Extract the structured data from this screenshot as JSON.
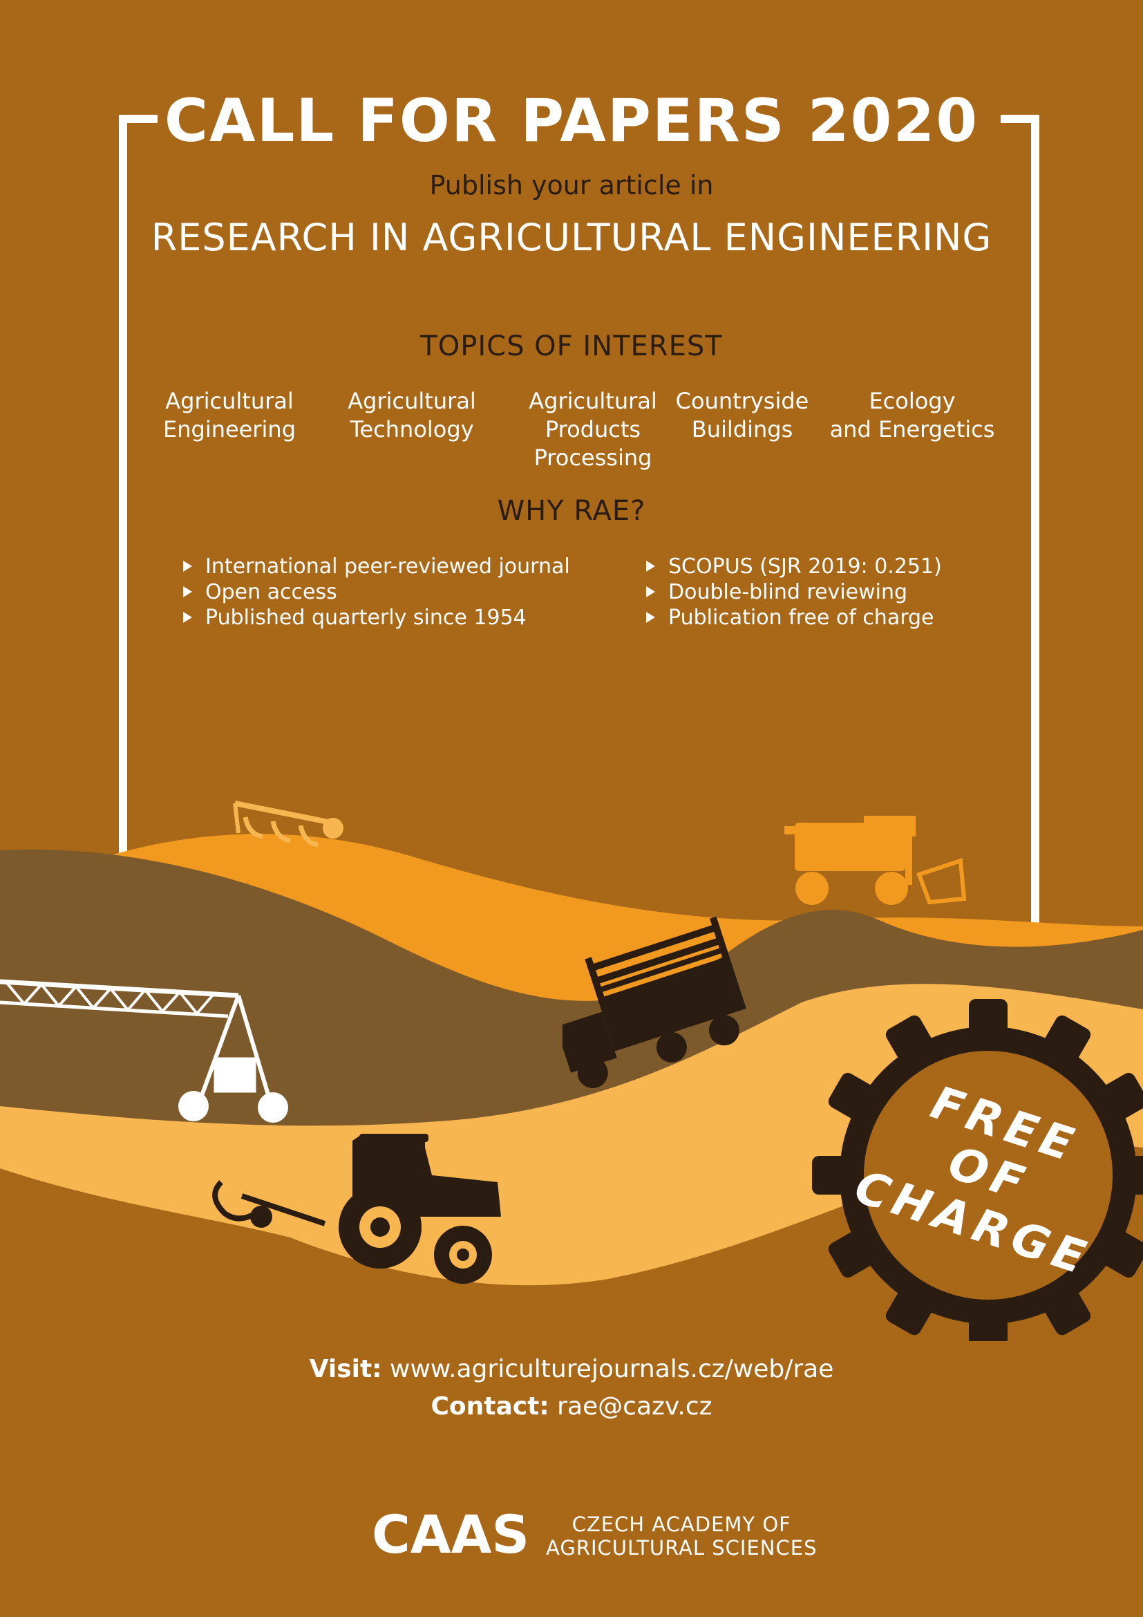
{
  "header": {
    "title": "CALL FOR PAPERS 2020",
    "subtitle": "Publish your article in",
    "journal": "RESEARCH IN AGRICULTURAL ENGINEERING"
  },
  "topics": {
    "heading": "TOPICS OF INTEREST",
    "items": [
      "Agricultural\nEngineering",
      "Agricultural\nTechnology",
      "Agricultural\nProducts\nProcessing",
      "Countryside\nBuildings",
      "Ecology\nand Energetics"
    ]
  },
  "why": {
    "heading": "WHY RAE?",
    "left": [
      "International peer-reviewed journal",
      "Open access",
      "Published quarterly since 1954"
    ],
    "right": [
      "SCOPUS  (SJR 2019: 0.251)",
      "Double-blind reviewing",
      "Publication free of charge"
    ]
  },
  "badge": {
    "line1": "FREE",
    "line2": "OF",
    "line3": "CHARGE"
  },
  "contact": {
    "visit_label": "Visit:",
    "visit_url": "www.agriculturejournals.cz/web/rae",
    "contact_label": "Contact:",
    "email": "rae@cazv.cz"
  },
  "logo": {
    "mark": "CAAS",
    "line1": "CZECH ACADEMY OF",
    "line2": "AGRICULTURAL SCIENCES"
  },
  "colors": {
    "background": "#a86818",
    "hill_olive": "#7d5a2b",
    "hill_orange": "#f29a20",
    "hill_light": "#f8b650",
    "dark": "#2b1c12",
    "white": "#ffffff"
  }
}
